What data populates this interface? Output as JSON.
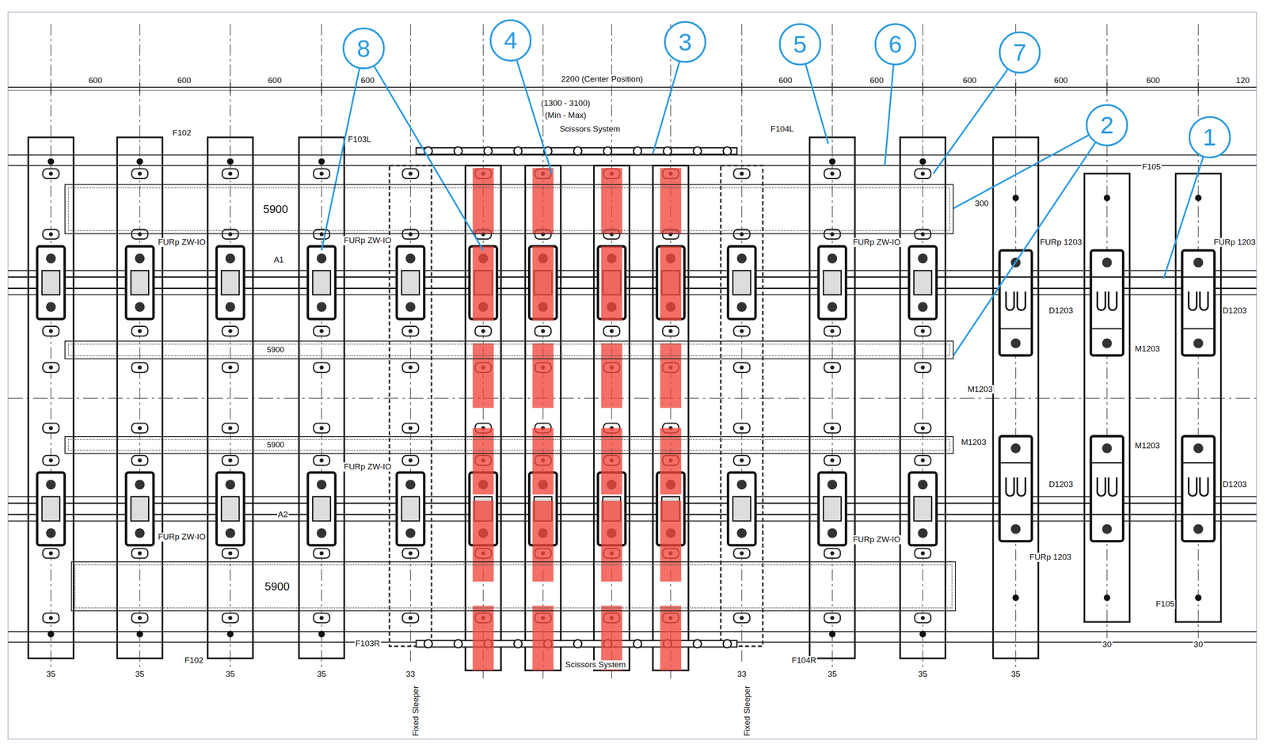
{
  "diagram": {
    "nodes": [
      {
        "text": [
          "8"
        ]
      },
      {
        "text": [
          "4"
        ]
      },
      {
        "text": [
          "3"
        ]
      },
      {
        "text": [
          "5"
        ]
      },
      {
        "text": [
          "6"
        ]
      },
      {
        "text": [
          "7"
        ]
      },
      {
        "text": [
          "2"
        ]
      },
      {
        "text": [
          "1"
        ]
      },
      {
        "text": [
          "5900"
        ]
      },
      {
        "text": [
          "5900"
        ]
      },
      {
        "text": [
          "5900"
        ]
      },
      {
        "text": [
          "5900"
        ]
      }
    ],
    "labels": [
      "600",
      "600",
      "600",
      "600",
      "2200 (Center Position)",
      "(1300 - 3100)",
      "(Min - Max)",
      "Scissors System",
      "600",
      "600",
      "600",
      "600",
      "600",
      "120",
      "F102",
      "F103L",
      "F104L",
      "F105",
      "300",
      "A1",
      "FURp ZW-IO",
      "FURp ZW-IO",
      "FURp ZW-IO",
      "FURp 1203",
      "FURp 1203",
      "D1203",
      "D1203",
      "M1203",
      "M1203",
      "M1203",
      "M1203",
      "D1203",
      "D1203",
      "FURp 1203",
      "A2",
      "FURp ZW-IO",
      "FURp ZW-IO",
      "FURp ZW-IO",
      "Scissors System",
      "F102",
      "F103R",
      "F104R",
      "F105",
      "35",
      "35",
      "35",
      "35",
      "35",
      "35",
      "35",
      "33",
      "33",
      "30",
      "30",
      "Fixed Sleeper",
      "Fixed Sleeper"
    ]
  }
}
